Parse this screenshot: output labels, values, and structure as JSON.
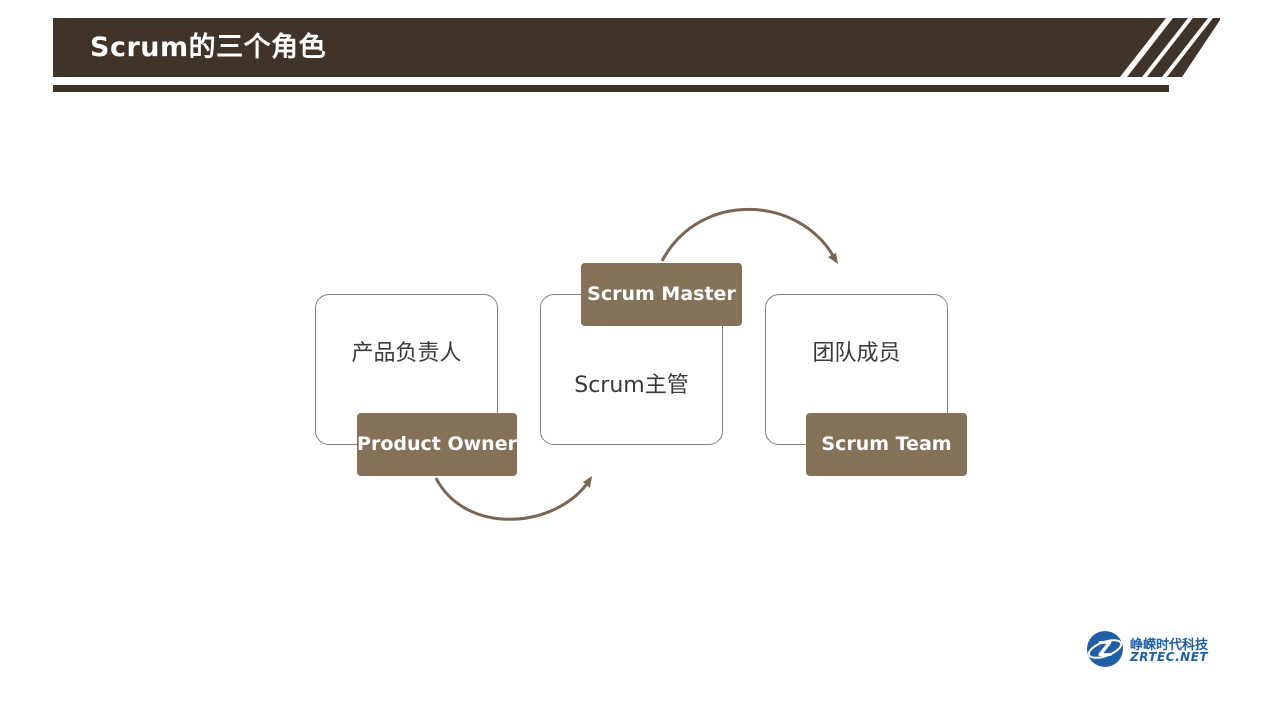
{
  "slide": {
    "title": "Scrum的三个角色"
  },
  "roles": [
    {
      "chinese": "产品负责人",
      "english": "Product Owner"
    },
    {
      "chinese": "Scrum主管",
      "english": "Scrum Master"
    },
    {
      "chinese": "团队成员",
      "english": "Scrum Team"
    }
  ],
  "logo": {
    "chinese": "峥嵘时代科技",
    "english": "ZRTEC.NET"
  },
  "colors": {
    "title_bar": "#3f332a",
    "label_fill": "#857058",
    "arrow": "#7a6652",
    "card_border": "#8a7e72",
    "logo_blue": "#1f5fa6"
  }
}
